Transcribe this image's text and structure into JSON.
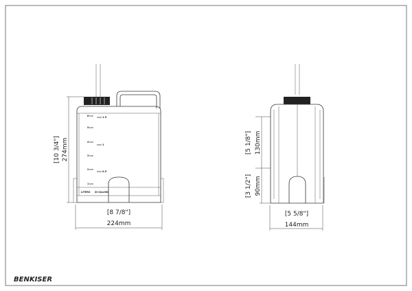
{
  "logo": "BENKISER",
  "front_view": {
    "height_in": "[10 3/4\"]",
    "height_mm": "274mm",
    "width_in": "[8 7/8\"]",
    "width_mm": "224mm",
    "liter_marks": [
      "6",
      "5",
      "4",
      "3",
      "2",
      "1"
    ],
    "gallon_marks": [
      "1.5",
      "1",
      "0.5"
    ],
    "scale_labels": {
      "liters": "LITERS",
      "gallons": "US GALLONS"
    }
  },
  "side_view": {
    "upper_in": "[5 1/8\"]",
    "upper_mm": "130mm",
    "lower_in": "[3 1/2\"]",
    "lower_mm": "90mm",
    "width_in": "[5 5/8\"]",
    "width_mm": "144mm"
  }
}
